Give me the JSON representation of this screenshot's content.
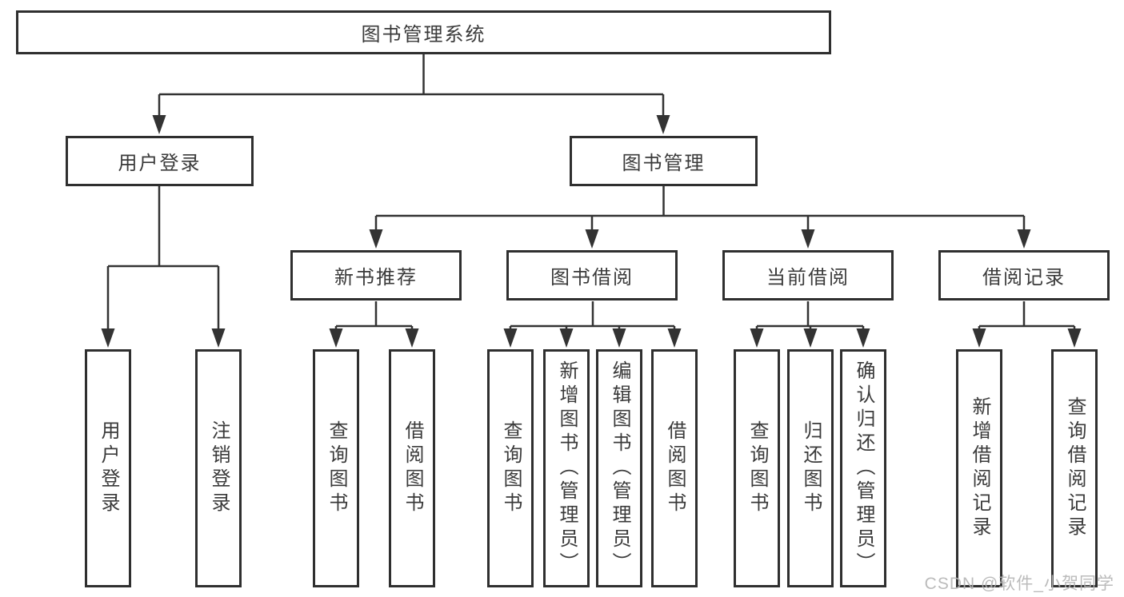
{
  "colors": {
    "line": "#333333",
    "box_border": "#2f2f2f",
    "text": "#3a3a3a",
    "watermark": "#b4b4b4",
    "background": "#ffffff"
  },
  "root": {
    "label": "图书管理系统"
  },
  "level2": {
    "user_login": "用户登录",
    "book_management": "图书管理"
  },
  "level3": {
    "new_book_recommend": "新书推荐",
    "book_borrowing": "图书借阅",
    "current_borrowing": "当前借阅",
    "borrowing_records": "借阅记录"
  },
  "leaves": {
    "user_login": "用户登录",
    "logout": "注销登录",
    "newbook_query_books": "查询图书",
    "newbook_borrow_books": "借阅图书",
    "borrowing_query_books": "查询图书",
    "borrowing_add_books": "新增图书（管理员）",
    "borrowing_edit_books": "编辑图书（管理员）",
    "borrowing_borrow_books": "借阅图书",
    "current_query_books": "查询图书",
    "current_return_books": "归还图书",
    "current_confirm_return": "确认归还（管理员）",
    "records_add_record": "新增借阅记录",
    "records_query_record": "查询借阅记录"
  },
  "watermark": "CSDN @软件_小贺同学"
}
